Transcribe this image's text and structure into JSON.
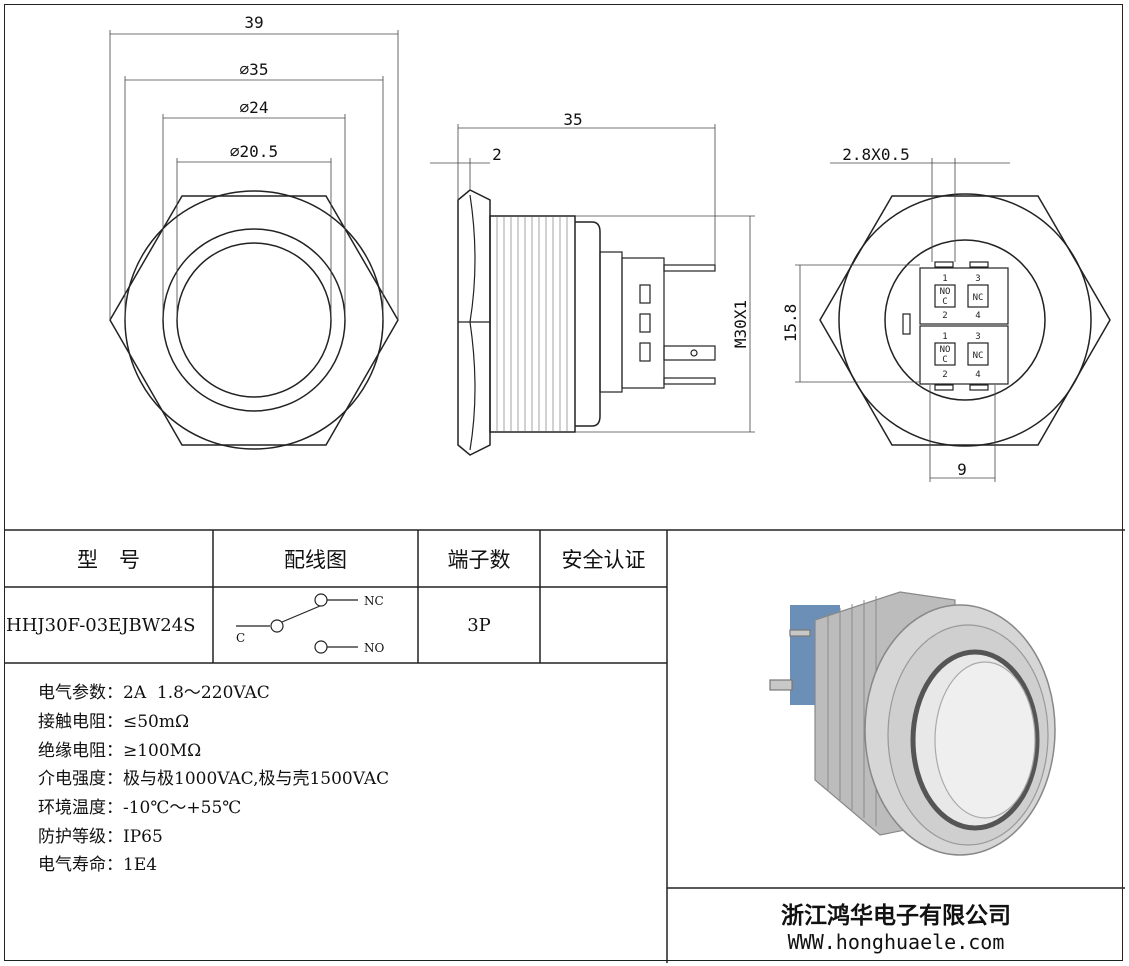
{
  "drawing": {
    "front_view": {
      "dims": [
        "39",
        "⌀35",
        "⌀24",
        "⌀20.5"
      ]
    },
    "side_view": {
      "dims": [
        "35",
        "2",
        "M30X1"
      ]
    },
    "rear_view": {
      "dims": [
        "2.8X0.5",
        "15.8",
        "9"
      ],
      "terminal_labels": {
        "upper": [
          "1",
          "3",
          "NO",
          "NC",
          "C",
          "2",
          "4"
        ],
        "lower": [
          "1",
          "3",
          "NO",
          "NC",
          "C",
          "2",
          "4"
        ]
      }
    }
  },
  "table": {
    "headers": [
      "型　号",
      "配线图",
      "端子数",
      "安全认证"
    ],
    "row": {
      "model": "HHJ30F-03EJBW24S",
      "terminals": "3P",
      "certification": ""
    },
    "wiring": {
      "c": "C",
      "nc": "NC",
      "no": "NO"
    }
  },
  "specs": [
    "电气参数：2A  1.8～220VAC",
    "接触电阻：≤50mΩ",
    "绝缘电阻：≥100MΩ",
    "介电强度：极与极1000VAC,极与壳1500VAC",
    "环境温度：-10℃～+55℃",
    "防护等级：IP65",
    "电气寿命：1E4"
  ],
  "company": {
    "name": "浙江鸿华电子有限公司",
    "website": "WWW.honghuaele.com"
  }
}
